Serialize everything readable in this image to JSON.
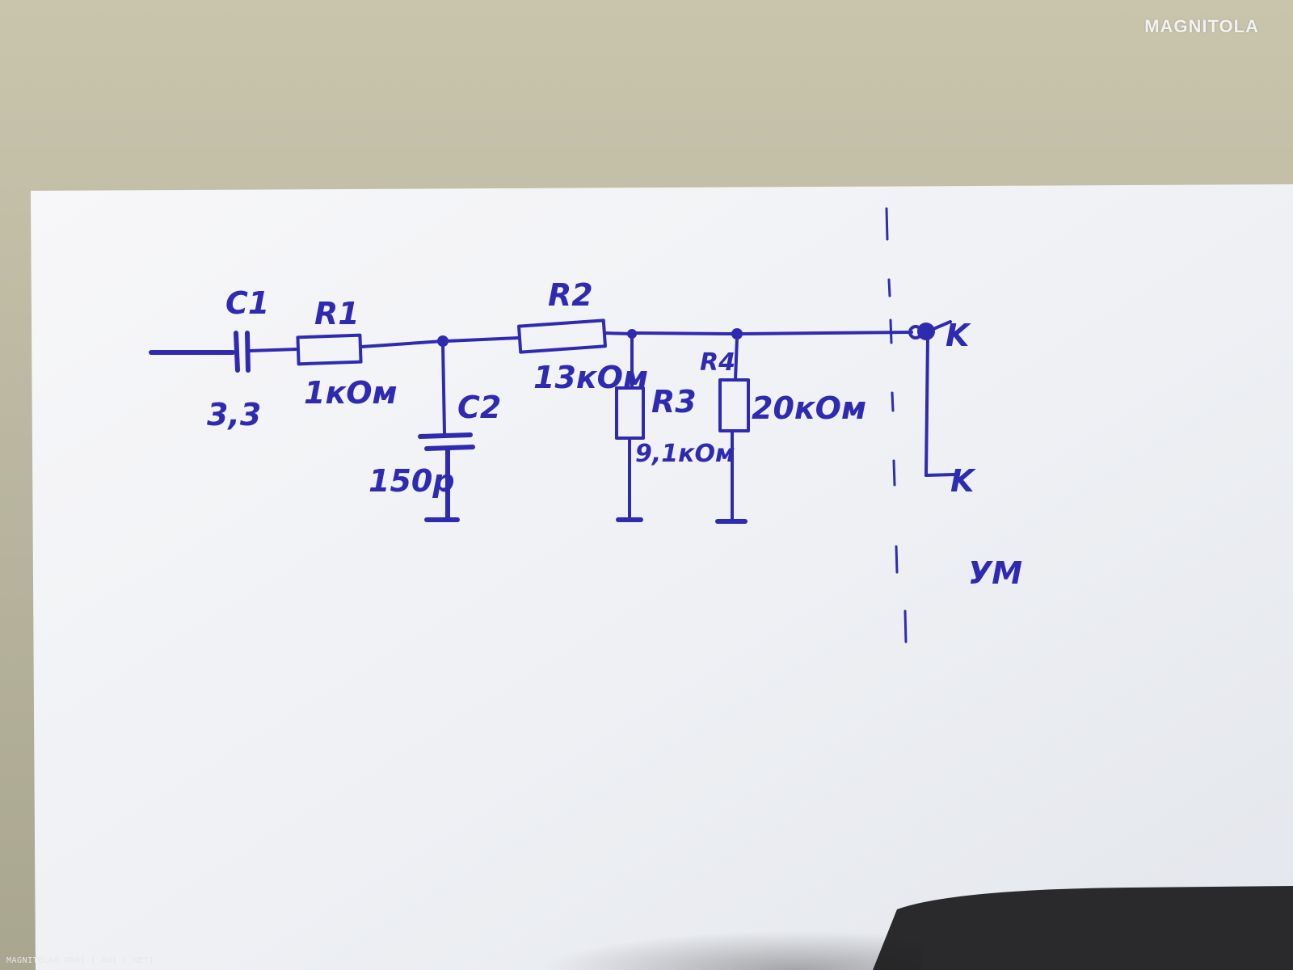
{
  "photo": {
    "watermark_logo": "MAGNITOLA",
    "watermark_footer": "MAGNITOLAG.ORG] [.RU] [.NET]"
  },
  "schematic": {
    "labels": {
      "c1_name": "C1",
      "c1_value": "3,3",
      "r1_name": "R1",
      "r1_value": "1кОм",
      "c2_name": "C2",
      "c2_value": "150p",
      "r2_name": "R2",
      "r2_value": "13кОм",
      "r3_name": "R3",
      "r3_value": "9,1кОм",
      "r4_name": "R4",
      "r4_value": "20кОм",
      "out_top": "K",
      "out_bottom": "K",
      "block_label": "УМ"
    }
  },
  "colors": {
    "ink": "#2f2bb0",
    "paper": "#f4f4f6",
    "background": "#bdb9a4"
  }
}
